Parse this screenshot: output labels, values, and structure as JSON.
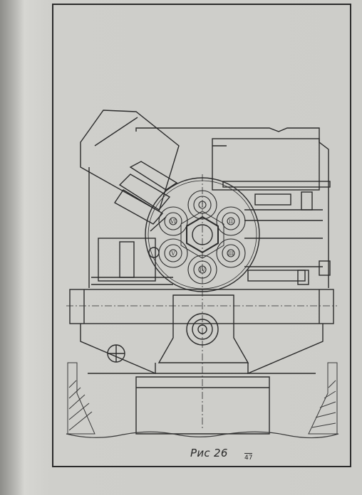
{
  "figure": {
    "caption": "Рис 26",
    "page_number": "47",
    "spindle_markings": [
      "I",
      "II",
      "III",
      "IV",
      "V",
      "VI"
    ]
  },
  "colors": {
    "paper": "#cdcdc9",
    "ink": "#2b2b2b",
    "hatch": "#3a3a3a"
  }
}
